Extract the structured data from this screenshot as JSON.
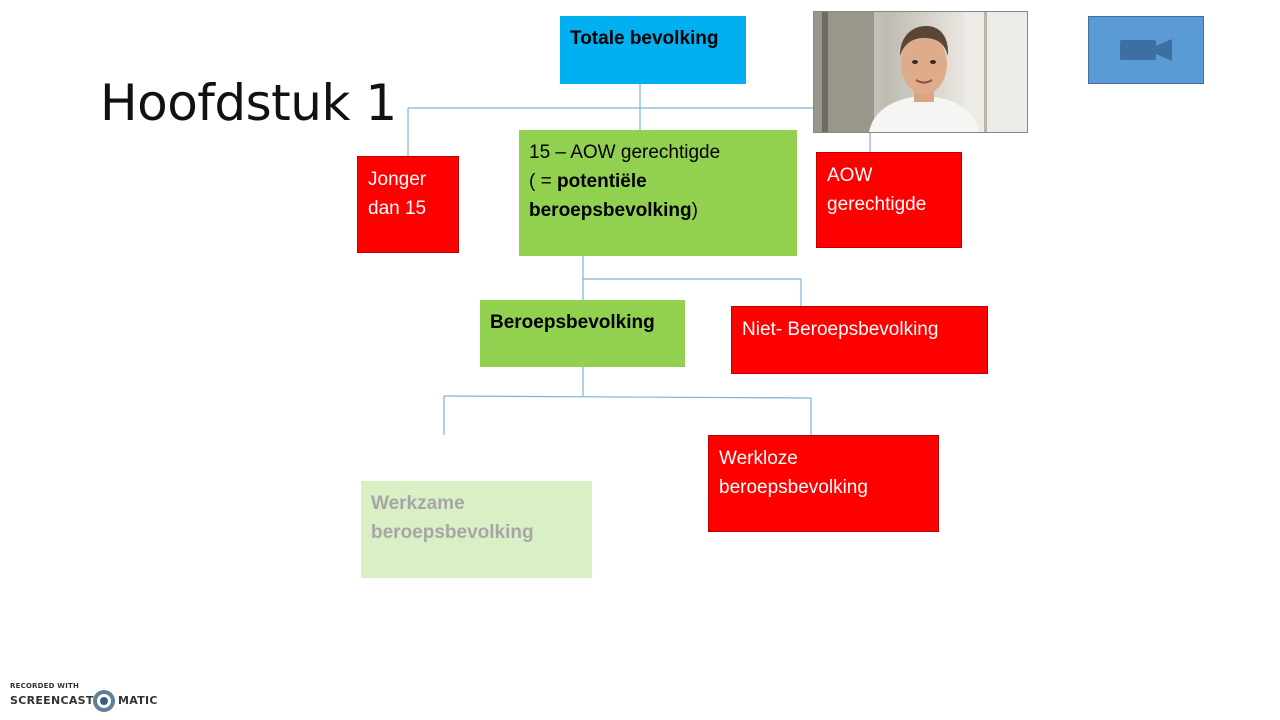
{
  "slide": {
    "title": "Hoofdstuk 1"
  },
  "diagram": {
    "total": "Totale bevolking",
    "younger": "Jonger dan 15",
    "working_age_line1": "15 – AOW gerechtigde",
    "working_age_open": "( = ",
    "working_age_bold1": "potentiële",
    "working_age_bold2": "beroepsbevolking",
    "working_age_close": ")",
    "aow": "AOW gerechtigde",
    "labor_force": "Beroepsbevolking",
    "non_labor_force": "Niet- Beroepsbevolking",
    "employed": "Werkzame beroepsbevolking",
    "unemployed": "Werkloze beroepsbevolking"
  },
  "watermark": {
    "recorded_with": "RECORDED WITH",
    "brand_left": "SCREENCAST",
    "brand_right": "MATIC"
  },
  "colors": {
    "blue": "#00b0f0",
    "green": "#92d050",
    "red": "#ff0000",
    "pale_green": "#d9efc6",
    "connector": "#7fb2d8",
    "camera_button": "#5b9bd5"
  },
  "icons": {
    "camera_button": "video-camera-icon",
    "watermark_logo": "screencast-logo-icon"
  }
}
